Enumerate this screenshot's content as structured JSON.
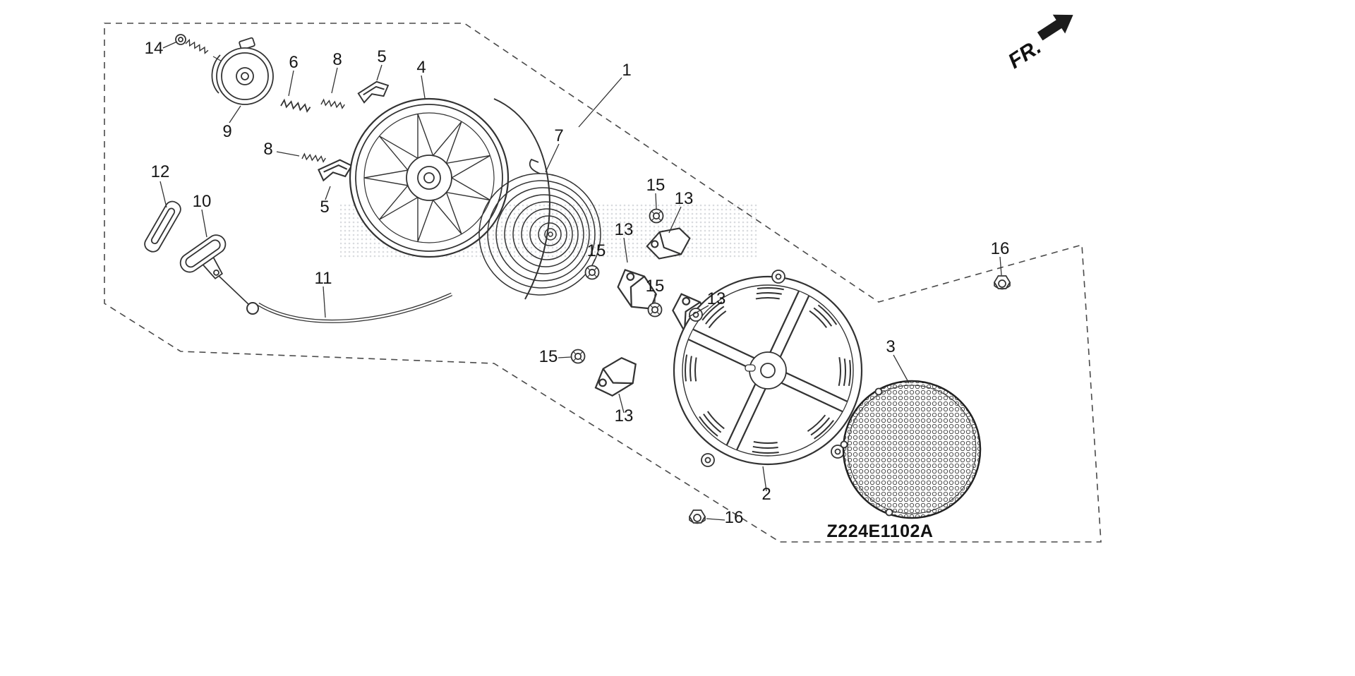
{
  "diagram": {
    "code": "Z224E1102A",
    "direction": "FR.",
    "callouts": [
      {
        "label": "14"
      },
      {
        "label": "6"
      },
      {
        "label": "8"
      },
      {
        "label": "5"
      },
      {
        "label": "4"
      },
      {
        "label": "1"
      },
      {
        "label": "9"
      },
      {
        "label": "7"
      },
      {
        "label": "8"
      },
      {
        "label": "12"
      },
      {
        "label": "15"
      },
      {
        "label": "13"
      },
      {
        "label": "10"
      },
      {
        "label": "5"
      },
      {
        "label": "13"
      },
      {
        "label": "15"
      },
      {
        "label": "16"
      },
      {
        "label": "11"
      },
      {
        "label": "15"
      },
      {
        "label": "13"
      },
      {
        "label": "3"
      },
      {
        "label": "15"
      },
      {
        "label": "13"
      },
      {
        "label": "2"
      },
      {
        "label": "16"
      }
    ]
  }
}
